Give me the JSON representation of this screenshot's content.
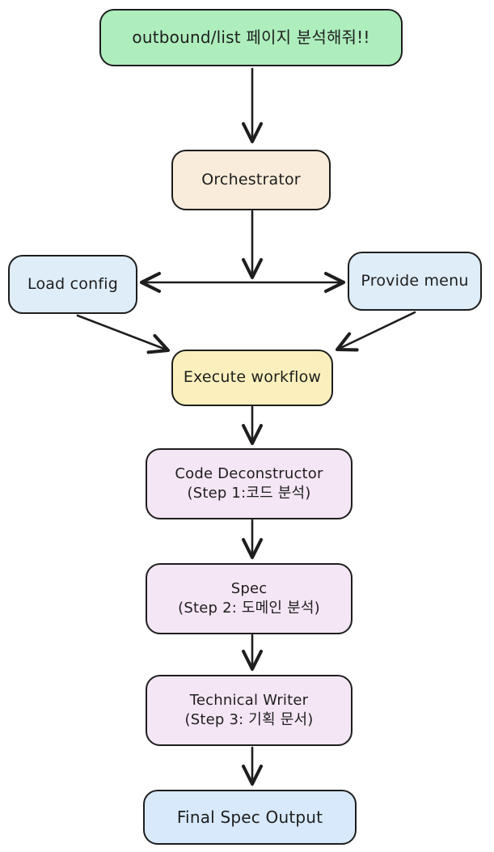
{
  "canvas": {
    "background": "#ffffff",
    "stroke_color": "#1e1e1e",
    "text_color": "#1e1e1e"
  },
  "nodes": [
    {
      "id": "user-request",
      "lines": [
        "outbound/list 페이지 분석해줘!!"
      ],
      "fill": "#aeeebd"
    },
    {
      "id": "orchestrator",
      "lines": [
        "Orchestrator"
      ],
      "fill": "#f9ecda"
    },
    {
      "id": "load-config",
      "lines": [
        "Load config"
      ],
      "fill": "#dfedf9"
    },
    {
      "id": "provide-menu",
      "lines": [
        "Provide menu"
      ],
      "fill": "#dfedf9"
    },
    {
      "id": "execute-workflow",
      "lines": [
        "Execute workflow"
      ],
      "fill": "#fbf0bd"
    },
    {
      "id": "code-deconstructor",
      "lines": [
        "Code Deconstructor",
        "(Step 1:코드 분석)"
      ],
      "fill": "#f5e6f5"
    },
    {
      "id": "spec",
      "lines": [
        "Spec",
        "(Step 2: 도메인 분석)"
      ],
      "fill": "#f5e6f5"
    },
    {
      "id": "technical-writer",
      "lines": [
        "Technical Writer",
        "(Step 3: 기획 문서)"
      ],
      "fill": "#f5e6f5"
    },
    {
      "id": "final-spec-output",
      "lines": [
        "Final Spec Output"
      ],
      "fill": "#d7e9fb"
    }
  ],
  "edges": [
    {
      "from": "user-request",
      "to": "orchestrator"
    },
    {
      "from": "orchestrator",
      "to": "load-config"
    },
    {
      "from": "orchestrator",
      "to": "provide-menu"
    },
    {
      "from": "load-config",
      "to": "execute-workflow"
    },
    {
      "from": "provide-menu",
      "to": "execute-workflow"
    },
    {
      "from": "execute-workflow",
      "to": "code-deconstructor"
    },
    {
      "from": "code-deconstructor",
      "to": "spec"
    },
    {
      "from": "spec",
      "to": "technical-writer"
    },
    {
      "from": "technical-writer",
      "to": "final-spec-output"
    }
  ]
}
